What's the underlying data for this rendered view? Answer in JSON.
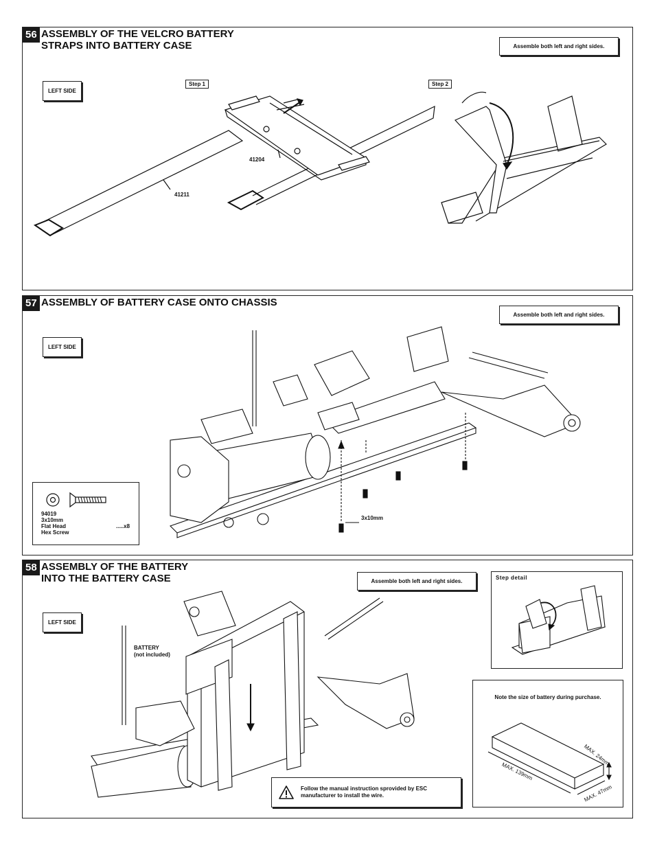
{
  "section56": {
    "number": "56",
    "title": "ASSEMBLY OF THE VELCRO BATTERY\nSTRAPS INTO BATTERY CASE",
    "note": "Assemble both left and right sides.",
    "side_label": "LEFT SIDE",
    "step1": "Step 1",
    "step2": "Step 2",
    "part_strap": "41211",
    "part_case": "41204"
  },
  "section57": {
    "number": "57",
    "title": "ASSEMBLY OF BATTERY CASE ONTO CHASSIS",
    "note": "Assemble both left and right sides.",
    "side_label": "LEFT SIDE",
    "screw_callout": "3x10mm",
    "screw_box": {
      "part_no": "94019",
      "size": "3x10mm",
      "name_line1": "Flat Head",
      "name_line2": "Hex Screw",
      "qty": ".....x8"
    }
  },
  "section58": {
    "number": "58",
    "title": "ASSEMBLY OF THE BATTERY\nINTO THE BATTERY CASE",
    "note": "Assemble both left and right sides.",
    "side_label": "LEFT SIDE",
    "battery_label_1": "BATTERY",
    "battery_label_2": "(not included)",
    "step_detail": "Step detail",
    "size_note": "Note the size of battery during purchase.",
    "dim_length": "MAX. 139mm",
    "dim_width": "MAX. 47mm",
    "dim_height": "MAX. 24mm",
    "warning": "Follow the manual instruction sprovided by ESC\nmanufacturer to install the wire."
  }
}
